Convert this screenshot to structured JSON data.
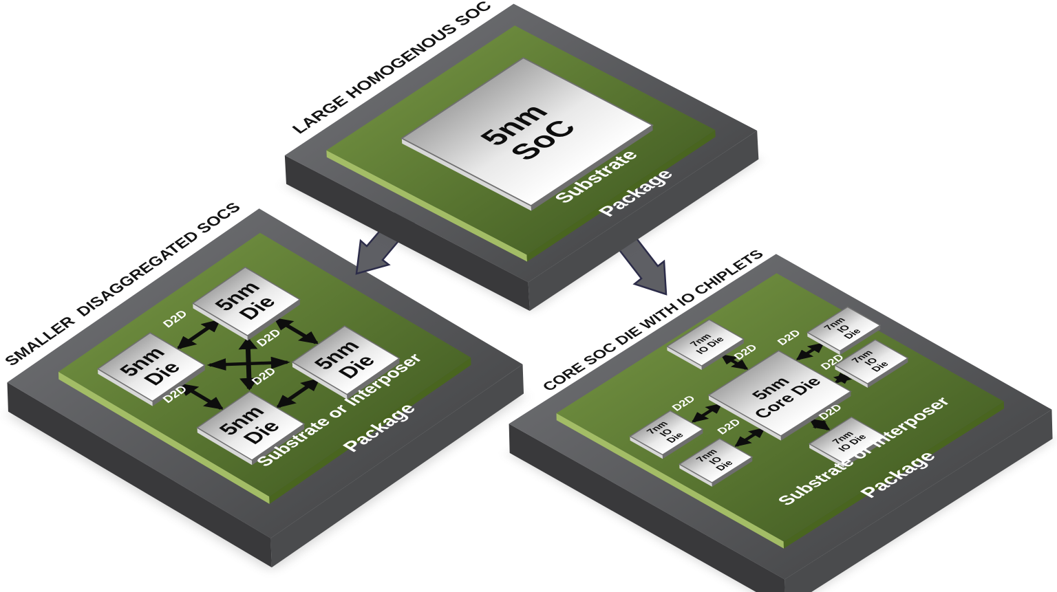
{
  "top_package": {
    "title": "LARGE HOMOGENOUS SOC",
    "die": {
      "line1": "5nm",
      "line2": "SoC"
    },
    "substrate_label": "Substrate",
    "package_label": "Package"
  },
  "left_package": {
    "title": "SMALLER  DISAGGREGATED SOCS",
    "dies": [
      {
        "line1": "5nm",
        "line2": "Die"
      },
      {
        "line1": "5nm",
        "line2": "Die"
      },
      {
        "line1": "5nm",
        "line2": "Die"
      },
      {
        "line1": "5nm",
        "line2": "Die"
      }
    ],
    "d2d": [
      "D2D",
      "D2D",
      "D2D",
      "D2D"
    ],
    "substrate_label": "Substrate or Interposer",
    "package_label": "Package"
  },
  "right_package": {
    "title": "CORE SOC DIE WITH IO CHIPLETS",
    "core_die": {
      "line1": "5nm",
      "line2": "Core Die"
    },
    "io_dies": [
      {
        "line1": "7nm",
        "line2": "IO Die",
        "line3": ""
      },
      {
        "line1": "7nm",
        "line2": "IO",
        "line3": "Die"
      },
      {
        "line1": "7nm",
        "line2": "IO",
        "line3": "Die"
      },
      {
        "line1": "7nm",
        "line2": "IO",
        "line3": "Die"
      },
      {
        "line1": "7nm",
        "line2": "IO",
        "line3": "Die"
      },
      {
        "line1": "7nm",
        "line2": "IO Die",
        "line3": ""
      }
    ],
    "d2d": [
      "D2D",
      "D2D",
      "D2D",
      "D2D",
      "D2D",
      "D2D"
    ],
    "substrate_label": "Substrate or Interposer",
    "package_label": "Package"
  },
  "colors": {
    "package_side_left": "#39393b",
    "package_side_right": "#4a4b4d",
    "substrate_bevel_left": "#a3bd66",
    "substrate_bevel_right": "#49651f",
    "die_side_left": "#d8d8d8",
    "die_side_right": "#6e6e6e",
    "arrow_black": "#0d0d0d",
    "flow_arrow_fill": "#5e5f64",
    "flow_arrow_stroke": "#2c2c49",
    "substrate_green": "#5a7831",
    "package_gray": "#58595b",
    "die_white": "#ffffff"
  }
}
